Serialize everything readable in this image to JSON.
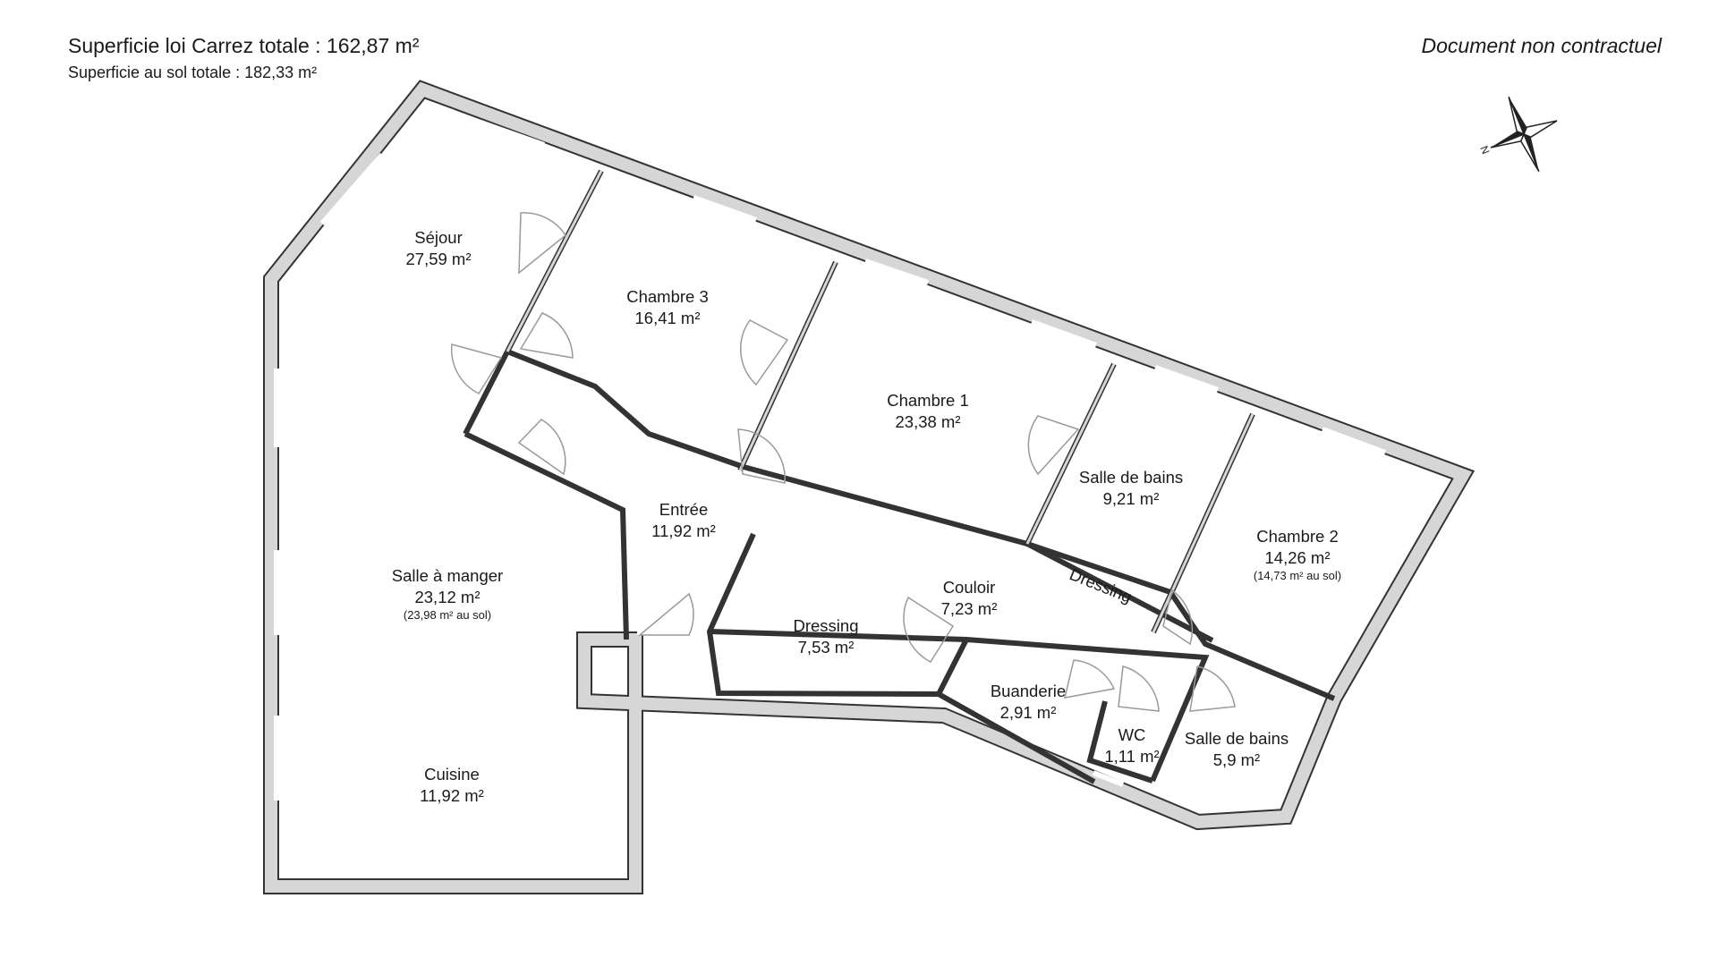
{
  "header": {
    "carrez_total": "Superficie loi Carrez totale : 162,87 m²",
    "floor_total": "Superficie au sol totale : 182,33 m²",
    "disclaimer": "Document non contractuel"
  },
  "compass": {
    "icon": "compass-rose-icon",
    "north_label": "N"
  },
  "colors": {
    "wall": "#d6d6d6",
    "wall_line": "#333333",
    "window": "#ffffff",
    "door_arc": "#9a9a9a"
  },
  "rooms": {
    "sejour": {
      "name": "Séjour",
      "area": "27,59 m²"
    },
    "chambre3": {
      "name": "Chambre 3",
      "area": "16,41 m²"
    },
    "chambre1": {
      "name": "Chambre 1",
      "area": "23,38 m²"
    },
    "sdb1": {
      "name": "Salle de bains",
      "area": "9,21 m²"
    },
    "chambre2": {
      "name": "Chambre 2",
      "area": "14,26 m²",
      "note": "(14,73 m² au sol)"
    },
    "entree": {
      "name": "Entrée",
      "area": "11,92 m²"
    },
    "dressing_small": {
      "name": "Dressing"
    },
    "couloir": {
      "name": "Couloir",
      "area": "7,23 m²"
    },
    "salle_a_manger": {
      "name": "Salle à manger",
      "area": "23,12 m²",
      "note": "(23,98 m² au sol)"
    },
    "dressing": {
      "name": "Dressing",
      "area": "7,53 m²"
    },
    "buanderie": {
      "name": "Buanderie",
      "area": "2,91 m²"
    },
    "wc": {
      "name": "WC",
      "area": "1,11 m²"
    },
    "sdb2": {
      "name": "Salle de bains",
      "area": "5,9 m²"
    },
    "cuisine": {
      "name": "Cuisine",
      "area": "11,92 m²"
    }
  }
}
